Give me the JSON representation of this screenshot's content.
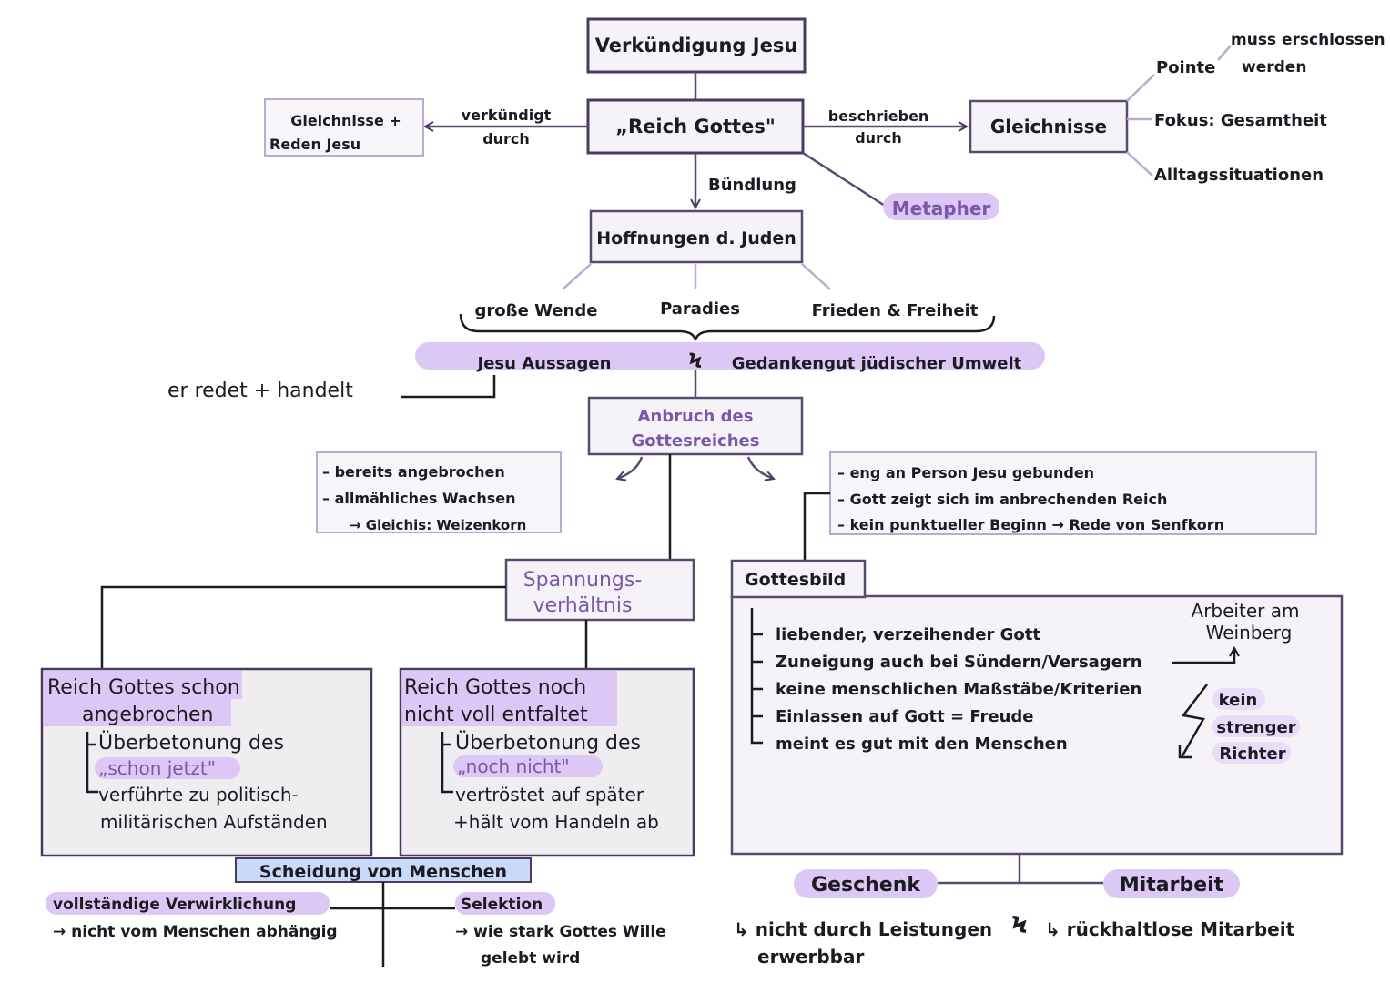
{
  "center": {
    "title": "Verkündigung Jesu",
    "reich": "„Reich Gottes\"",
    "hoffnungen": "Hoffnungen d. Juden",
    "buendlung": "Bündlung",
    "metapher": "Metapher"
  },
  "left": {
    "box_line1": "Gleichnisse +",
    "box_line2": "Reden Jesu",
    "arrow_line1": "verkündigt",
    "arrow_line2": "durch"
  },
  "right": {
    "arrow_line1": "beschrieben",
    "arrow_line2": "durch",
    "gleichnisse": "Gleichnisse",
    "pointe": "Pointe",
    "pointe_note_line1": "muss erschlossen",
    "pointe_note_line2": "werden",
    "fokus": "Fokus: Gesamtheit",
    "alltag": "Alltagssituationen"
  },
  "hopes": {
    "wende": "große Wende",
    "paradies": "Paradies",
    "frieden": "Frieden & Freiheit"
  },
  "band": {
    "left": "Jesu Aussagen",
    "sep": "Ϟ",
    "right": "Gedankengut jüdischer Umwelt",
    "er_redet": "er redet + handelt"
  },
  "anbruch": {
    "line1": "Anbruch des",
    "line2": "Gottesreiches"
  },
  "notes_left": {
    "l1": "– bereits angebrochen",
    "l2": "– allmähliches Wachsen",
    "l3": "→ Gleichis: Weizenkorn"
  },
  "notes_right": {
    "l1": "– eng an Person Jesu gebunden",
    "l2": "– Gott zeigt sich im anbrechenden Reich",
    "l3": "– kein punktueller Beginn → Rede von Senfkorn"
  },
  "spannung": {
    "line1": "Spannungs-",
    "line2": "verhältnis"
  },
  "schon": {
    "title1": "Reich Gottes schon",
    "title2": "angebrochen",
    "t1": "Überbetonung des",
    "t2": "„schon jetzt\"",
    "t3": "verführte zu politisch-",
    "t4": "militärischen Aufständen"
  },
  "noch": {
    "title1": "Reich Gottes noch",
    "title2": "nicht voll entfaltet",
    "t1": "Überbetonung des",
    "t2": "„noch nicht\"",
    "t3": "vertröstet auf später",
    "t4": "+hält vom Handeln ab"
  },
  "scheidung": {
    "title": "Scheidung von Menschen",
    "left1": "vollständige Verwirklichung",
    "left2": "→ nicht vom Menschen abhängig",
    "right1": "Selektion",
    "right2": "→ wie stark Gottes Wille",
    "right3": "gelebt wird"
  },
  "gottesbild": {
    "title": "Gottesbild",
    "i1": "liebender, verzeihender Gott",
    "i2": "Zuneigung auch bei Sündern/Versagern",
    "i3": "keine menschlichen Maßstäbe/Kriterien",
    "i4": "Einlassen auf Gott = Freude",
    "i5": "meint es gut mit den Menschen",
    "arbeiter1": "Arbeiter am",
    "arbeiter2": "Weinberg",
    "kein": "kein",
    "strenger": "strenger",
    "richter": "Richter"
  },
  "bottom": {
    "geschenk": "Geschenk",
    "mitarbeit": "Mitarbeit",
    "sep": "Ϟ",
    "g1": "↳ nicht durch Leistungen",
    "g2": "erwerbbar",
    "m1": "↳ rückhaltlose Mitarbeit"
  },
  "colors": {
    "accent_purple": "#7a58a8",
    "highlight_lilac": "#dcc8f4",
    "highlight_blue": "#c9daf8",
    "box_border": "#5a4a70"
  }
}
